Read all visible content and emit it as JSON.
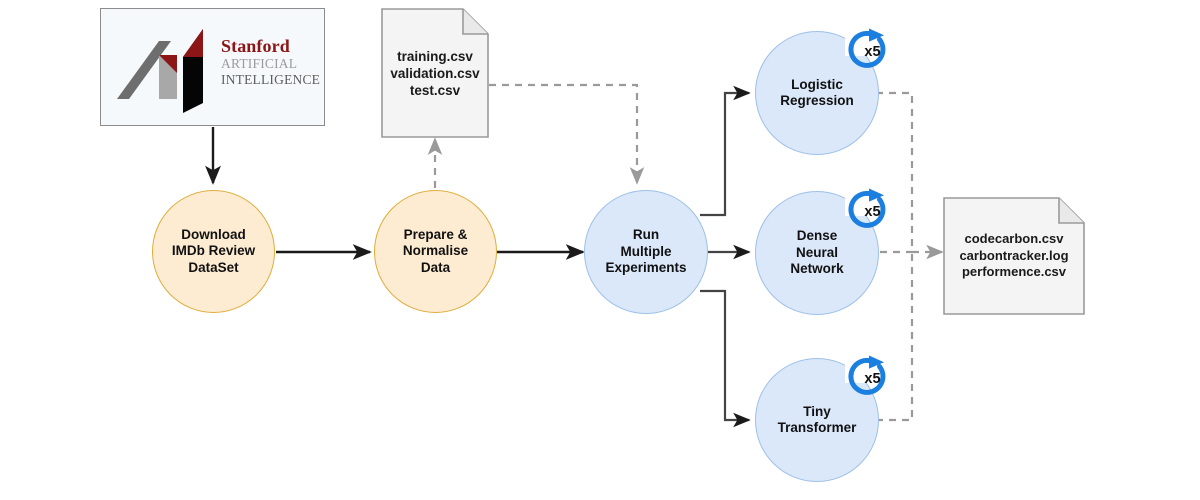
{
  "diagram": {
    "title": "ML experiment pipeline flowchart",
    "colors": {
      "data_node_fill": "#fdebd2",
      "data_node_stroke": "#e0ad3c",
      "process_node_fill": "#dbe8fa",
      "process_node_stroke": "#9dc0e8",
      "document_fill": "#f4f4f4",
      "document_stroke": "#9a9a9a",
      "solid_edge": "#1a1a1a",
      "dashed_edge": "#9a9a9a",
      "badge_blue": "#1b7fe0",
      "stanford_red": "#8c1515"
    }
  },
  "logo": {
    "name": "stanford-artificial-intelligence-logo",
    "line1": "Stanford",
    "line2": "ARTIFICIAL",
    "line3": "INTELLIGENCE"
  },
  "documents": {
    "datasets": {
      "name": "datasets-document",
      "lines": [
        "training.csv",
        "validation.csv",
        "test.csv"
      ]
    },
    "outputs": {
      "name": "outputs-document",
      "lines": [
        "codecarbon.csv",
        "carbontracker.log",
        "performence.csv"
      ]
    }
  },
  "nodes": [
    {
      "id": "download",
      "kind": "data",
      "lines": [
        "Download",
        "IMDb Review",
        "DataSet"
      ]
    },
    {
      "id": "prepare",
      "kind": "data",
      "lines": [
        "Prepare &",
        "Normalise",
        "Data"
      ]
    },
    {
      "id": "experiments",
      "kind": "process",
      "lines": [
        "Run",
        "Multiple",
        "Experiments"
      ]
    },
    {
      "id": "logistic",
      "kind": "process",
      "lines": [
        "Logistic",
        "Regression"
      ],
      "repeat": "x5"
    },
    {
      "id": "dense",
      "kind": "process",
      "lines": [
        "Dense",
        "Neural",
        "Network"
      ],
      "repeat": "x5"
    },
    {
      "id": "tiny",
      "kind": "process",
      "lines": [
        "Tiny",
        "Transformer"
      ],
      "repeat": "x5"
    }
  ],
  "badges": {
    "repeat_label": "x5",
    "icon": "loop-arrow-icon"
  },
  "edges": [
    {
      "from": "stanford-logo",
      "to": "download",
      "style": "solid",
      "arrow": true
    },
    {
      "from": "download",
      "to": "prepare",
      "style": "solid",
      "arrow": true
    },
    {
      "from": "prepare",
      "to": "datasets-document",
      "style": "dashed",
      "arrow": true
    },
    {
      "from": "prepare",
      "to": "experiments",
      "style": "solid",
      "arrow": true
    },
    {
      "from": "datasets-document",
      "to": "experiments",
      "style": "dashed",
      "arrow": true
    },
    {
      "from": "experiments",
      "to": "logistic",
      "style": "solid",
      "arrow": true
    },
    {
      "from": "experiments",
      "to": "dense",
      "style": "solid",
      "arrow": true
    },
    {
      "from": "experiments",
      "to": "tiny",
      "style": "solid",
      "arrow": true
    },
    {
      "from": "logistic",
      "to": "outputs-document",
      "style": "dashed",
      "arrow": true
    },
    {
      "from": "dense",
      "to": "outputs-document",
      "style": "dashed",
      "arrow": true
    },
    {
      "from": "tiny",
      "to": "outputs-document",
      "style": "dashed",
      "arrow": true
    }
  ]
}
